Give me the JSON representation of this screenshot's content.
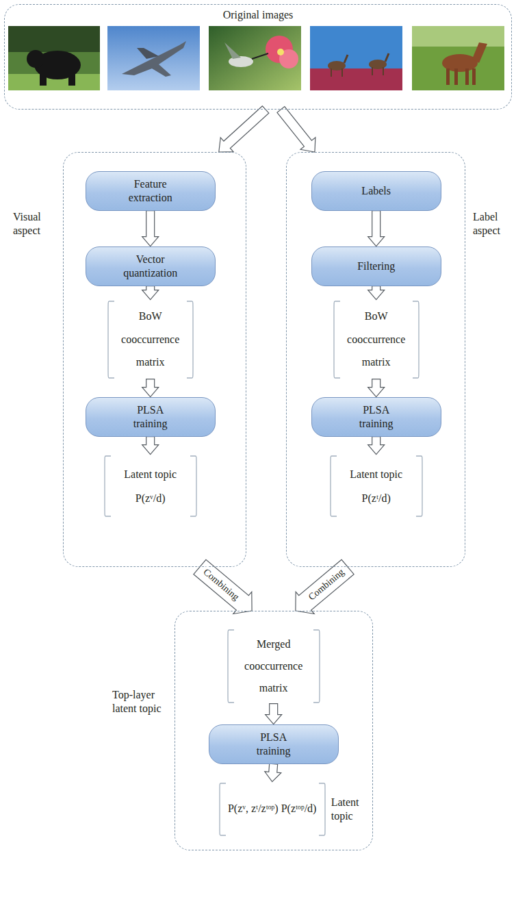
{
  "diagram": {
    "nodes": [
      {
        "text": [
          "Original images"
        ]
      },
      {
        "text": [
          "Visual aspect"
        ]
      },
      {
        "text": [
          "Feature extraction"
        ],
        "in": 1
      },
      {
        "text": [
          "Vector quantization"
        ],
        "in": 1
      },
      {
        "text": [
          "BoW cooccurrence matrix"
        ],
        "in": 1
      },
      {
        "text": [
          "PLSA training"
        ],
        "in": 1
      },
      {
        "text": [
          "Latent topic P(zᵛ/d)"
        ],
        "in": 1
      },
      {
        "text": [
          "Label aspect"
        ]
      },
      {
        "text": [
          "Labels"
        ],
        "in": 7
      },
      {
        "text": [
          "Filtering"
        ],
        "in": 7
      },
      {
        "text": [
          "BoW cooccurrence matrix"
        ],
        "in": 7
      },
      {
        "text": [
          "PLSA training"
        ],
        "in": 7
      },
      {
        "text": [
          "Latent topic P(zᵗ/d)"
        ],
        "in": 7
      },
      {
        "text": [
          "Top-layer latent topic"
        ]
      },
      {
        "text": [
          "Merged cooccurrence matrix"
        ],
        "in": 13
      },
      {
        "text": [
          "PLSA training"
        ],
        "in": 13
      },
      {
        "text": [
          "P(zᵛ, zᵗ/zᵗᵒᵖ) P(zᵗᵒᵖ/d)",
          "Latent topic"
        ],
        "in": 13
      }
    ],
    "edges": [
      {
        "from": 0,
        "to": 1,
        "arrow": "to"
      },
      {
        "from": 0,
        "to": 7,
        "arrow": "to"
      },
      {
        "from": 2,
        "to": 3,
        "arrow": "to"
      },
      {
        "from": 3,
        "to": 4,
        "arrow": "to"
      },
      {
        "from": 4,
        "to": 5,
        "arrow": "to"
      },
      {
        "from": 5,
        "to": 6,
        "arrow": "to"
      },
      {
        "from": 8,
        "to": 9,
        "arrow": "to"
      },
      {
        "from": 9,
        "to": 10,
        "arrow": "to"
      },
      {
        "from": 10,
        "to": 11,
        "arrow": "to"
      },
      {
        "from": 11,
        "to": 12,
        "arrow": "to"
      },
      {
        "from": 1,
        "to": 13,
        "label": "Combining",
        "arrow": "to"
      },
      {
        "from": 7,
        "to": 13,
        "label": "Combining",
        "arrow": "to"
      },
      {
        "from": 14,
        "to": 15,
        "arrow": "to"
      },
      {
        "from": 15,
        "to": 16,
        "arrow": "to"
      }
    ]
  }
}
